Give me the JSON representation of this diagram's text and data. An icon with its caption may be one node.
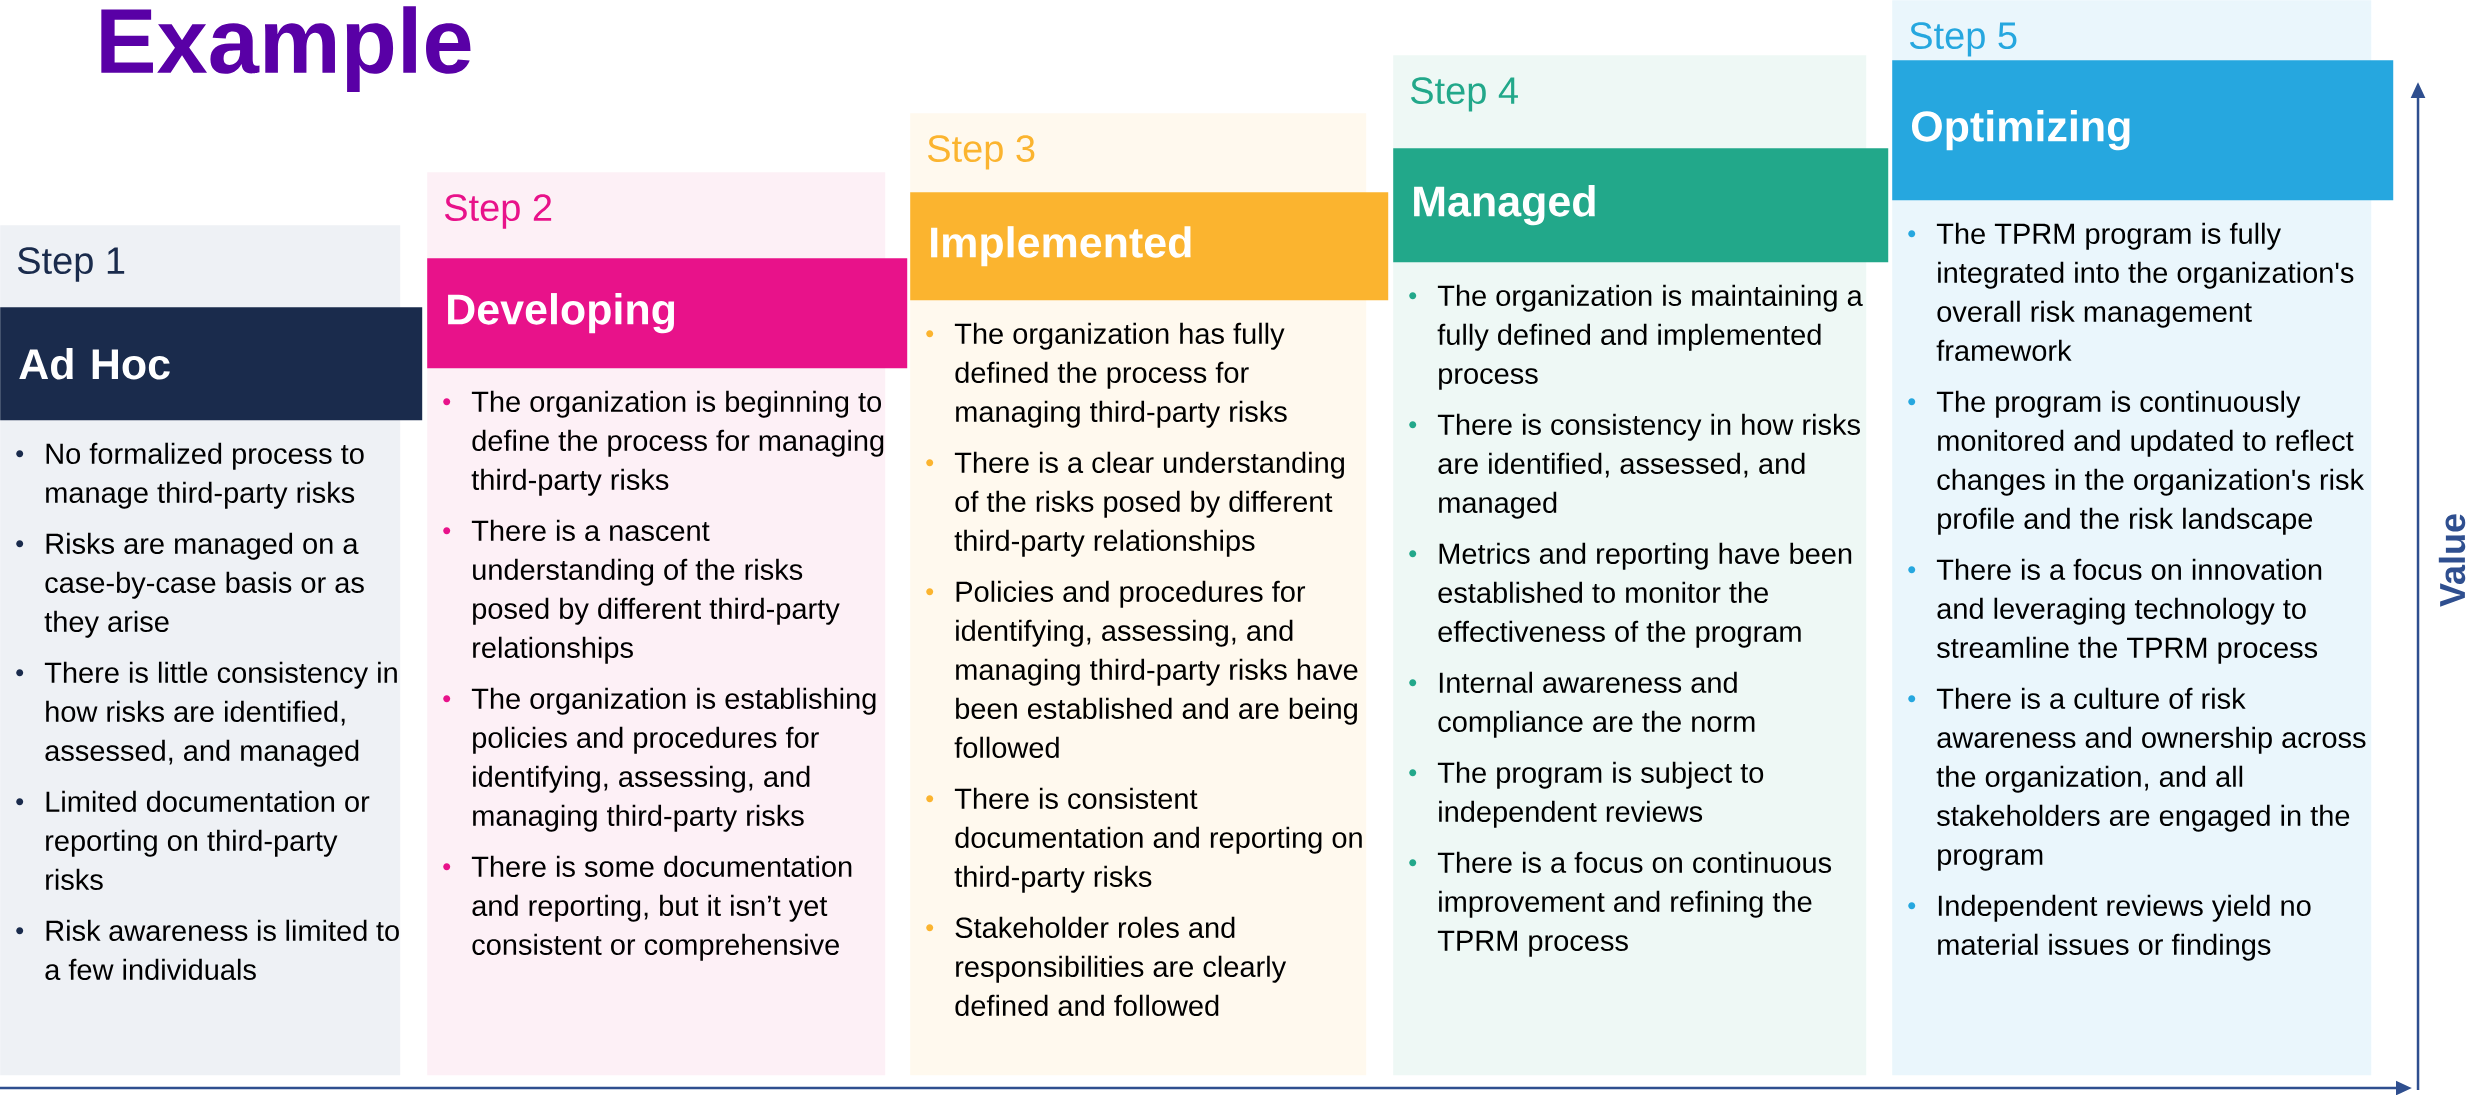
{
  "diagram": {
    "title": "Example",
    "nodes": [
      {
        "text": [
          "Step 1",
          "No formalized process to manage third-party risks",
          "Risks are managed on a case-by-case basis or as they arise",
          "There is little consistency in how risks are identified, assessed, and managed",
          "Limited documentation or reporting on third-party risks",
          "Risk awareness is limited to a few individuals"
        ]
      },
      {
        "text": [
          "Ad Hoc"
        ],
        "in": 0
      },
      {
        "text": [
          "Step 2",
          "The organization is beginning to define the process for managing third-party risks",
          "There is a nascent understanding of the risks posed by different third-party relationships",
          "The organization is establishing policies and procedures for identifying, assessing, and managing third-party risks",
          "There is some documentation and reporting, but it isn’t yet consistent or comprehensive"
        ]
      },
      {
        "text": [
          "Developing"
        ],
        "in": 2
      },
      {
        "text": [
          "Step 3",
          "The organization has fully defined the process for managing third-party risks",
          "There is a clear understanding of the risks posed by different third-party relationships",
          "Policies and procedures for identifying, assessing, and managing third-party risks have been established and are being followed",
          "There is consistent documentation and reporting on third-party risks",
          "Stakeholder roles and responsibilities are clearly defined and followed"
        ]
      },
      {
        "text": [
          "Implemented"
        ],
        "in": 4
      },
      {
        "text": [
          "Step 4",
          "The organization is maintaining a fully defined and implemented process",
          "There is consistency in how risks are identified, assessed, and managed",
          "Metrics and reporting have been established to monitor the effectiveness of the program",
          "Internal awareness and compliance are the norm",
          "The program is subject to independent reviews",
          "There is a focus on continuous improvement and refining the TPRM process"
        ]
      },
      {
        "text": [
          "Managed"
        ],
        "in": 6
      },
      {
        "text": [
          "Step 5",
          "The TPRM program is fully integrated into the organization's overall risk management framework",
          "The program is continuously monitored and updated to reflect changes in the organization's risk profile and the risk landscape",
          "There is a focus on innovation and leveraging technology to streamline the TPRM process",
          "There is a culture of risk awareness and ownership across the organization, and all stakeholders are engaged in the program",
          "Independent reviews yield no material issues or findings"
        ]
      },
      {
        "text": [
          "Optimizing"
        ],
        "in": 8
      }
    ],
    "labels": [
      "Value"
    ]
  }
}
